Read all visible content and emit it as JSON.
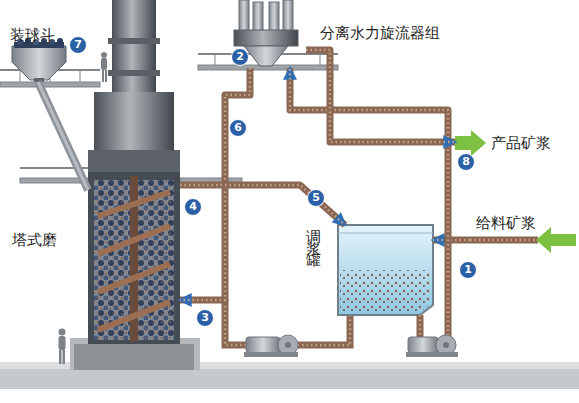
{
  "diagram": {
    "nodes": [
      {
        "text": [
          "装球斗"
        ]
      },
      {
        "text": [
          "分离水力旋流器组"
        ]
      },
      {
        "text": [
          "产品矿浆"
        ]
      },
      {
        "text": [
          "塔式磨"
        ]
      },
      {
        "text": [
          "调浆罐"
        ]
      },
      {
        "text": [
          "给料矿浆"
        ]
      }
    ],
    "edges": [
      {
        "from": 5,
        "to": 4,
        "arrow": "to"
      },
      {
        "from": 4,
        "to": 1,
        "arrow": "to"
      },
      {
        "from": 1,
        "to": 3,
        "arrow": "to"
      },
      {
        "from": 3,
        "to": 4,
        "arrow": "to"
      },
      {
        "from": 1,
        "to": 2,
        "arrow": "to"
      },
      {
        "from": 0,
        "to": 3,
        "arrow": "none"
      }
    ],
    "labels": [
      "7",
      "2",
      "6",
      "8",
      "5",
      "4",
      "1",
      "3"
    ]
  }
}
